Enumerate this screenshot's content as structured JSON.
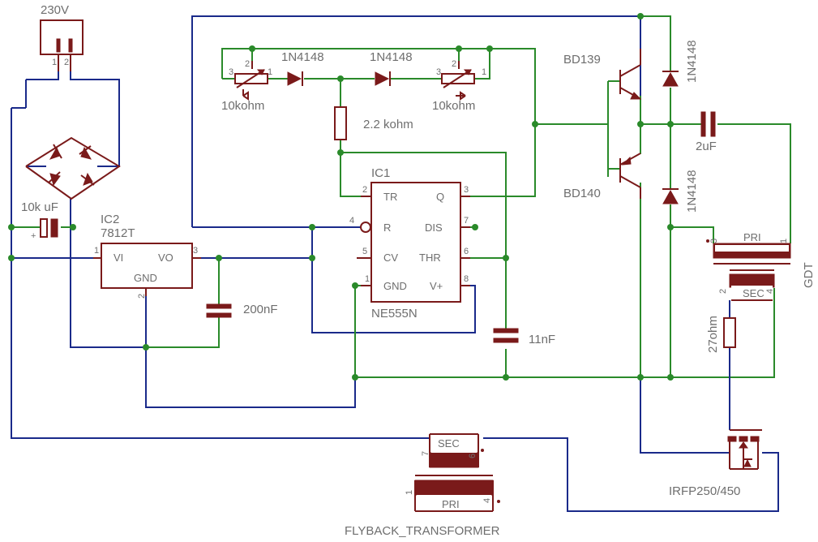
{
  "title": "FLYBACK_TRANSFORMER",
  "labels": {
    "mains": "230V",
    "cap_10k": "10k uF",
    "ic2_name": "IC2",
    "ic2_part": "7812T",
    "ic2_vi": "VI",
    "ic2_vo": "VO",
    "ic2_gnd": "GND",
    "cap_200n": "200nF",
    "pot_left": "10kohm",
    "pot_right": "10kohm",
    "diode1": "1N4148",
    "diode2": "1N4148",
    "res_22k": "2.2 kohm",
    "ic1_name": "IC1",
    "ic1_part": "NE555N",
    "ic1_tr": "TR",
    "ic1_q": "Q",
    "ic1_r": "R",
    "ic1_dis": "DIS",
    "ic1_cv": "CV",
    "ic1_thr": "THR",
    "ic1_gnd": "GND",
    "ic1_vplus": "V+",
    "cap_11n": "11nF",
    "q_top": "BD139",
    "q_bot": "BD140",
    "diode3": "1N4148",
    "diode4": "1N4148",
    "cap_2u": "2uF",
    "gdt": "GDT",
    "gdt_pri": "PRI",
    "gdt_sec": "SEC",
    "res_27": "27ohm",
    "mosfet": "IRFP250/450",
    "fb_sec": "SEC",
    "fb_pri": "PRI"
  },
  "pins": {
    "mains_1": "1",
    "mains_2": "2",
    "ic2_1": "1",
    "ic2_2": "2",
    "ic2_3": "3",
    "potl_1": "1",
    "potl_2": "2",
    "potl_3": "3",
    "potr_1": "1",
    "potr_2": "2",
    "potr_3": "3",
    "ic1_2": "2",
    "ic1_3": "3",
    "ic1_4": "4",
    "ic1_5": "5",
    "ic1_6": "6",
    "ic1_7": "7",
    "ic1_1": "1",
    "ic1_8": "8",
    "gdt_1": "1",
    "gdt_2": "2",
    "gdt_3": "3",
    "gdt_4": "4",
    "fb_7": "7",
    "fb_6": "6",
    "fb_1": "1",
    "fb_4": "4",
    "cap_plus": "+"
  }
}
